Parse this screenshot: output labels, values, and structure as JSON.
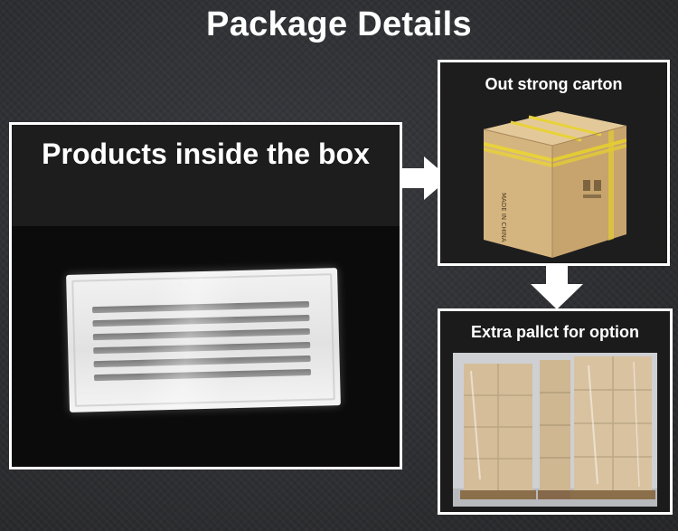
{
  "page": {
    "title": "Package Details"
  },
  "panels": {
    "inside": {
      "label": "Products inside the box"
    },
    "carton": {
      "label": "Out strong carton",
      "box_print": "MADE IN CHINA"
    },
    "pallet": {
      "label": "Extra pallct for option"
    }
  },
  "icons": {
    "arrow_right": "arrow-right-icon",
    "arrow_down": "arrow-down-icon"
  },
  "colors": {
    "background": "#2e2f33",
    "frame": "#ffffff",
    "text": "#ffffff",
    "carton": "#d6b886",
    "tape": "#e8d23a"
  }
}
